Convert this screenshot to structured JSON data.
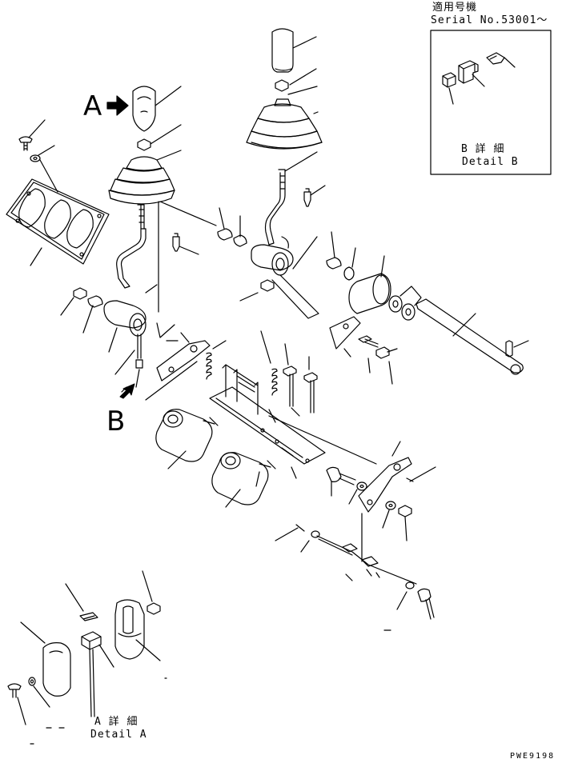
{
  "serial_box": {
    "title_jp": "適用号機",
    "serial": "Serial No.53001～"
  },
  "detail_b": {
    "label_jp": "B 詳 細",
    "label_en": "Detail B"
  },
  "detail_a": {
    "label_jp": "A 詳 細",
    "label_en": "Detail A"
  },
  "markers": {
    "a": "A",
    "b": "B"
  },
  "drawing_code": "PWE9198"
}
